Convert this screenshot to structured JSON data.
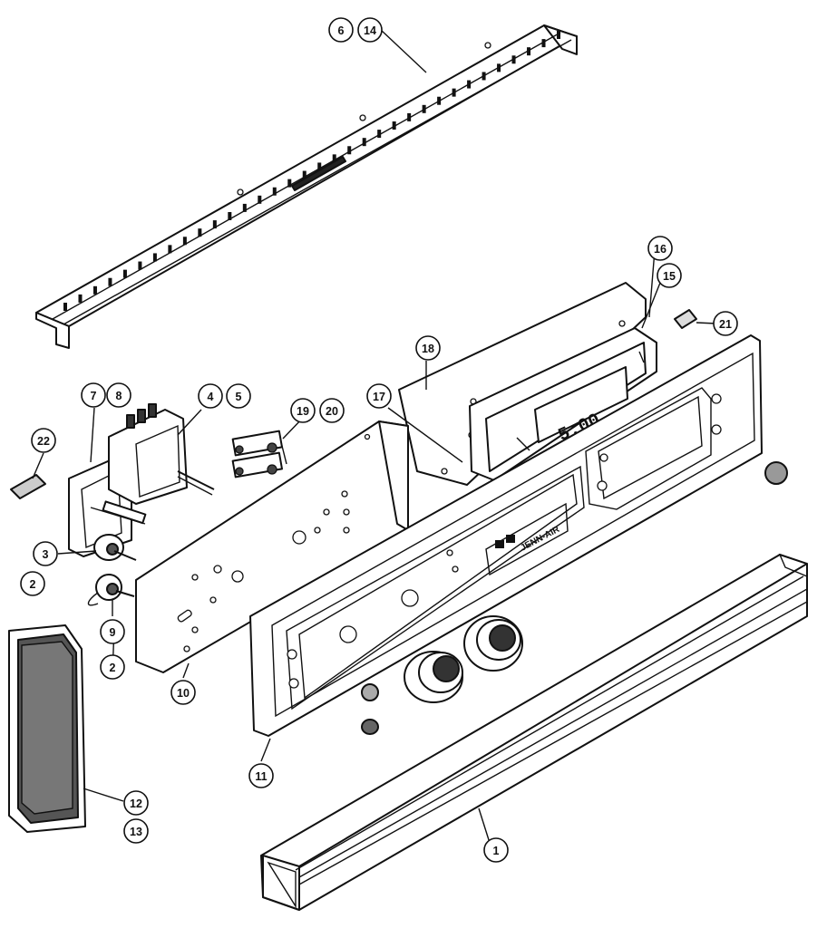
{
  "diagram": {
    "brand_label": "JENN-AIR",
    "display_readout": "5:00",
    "callouts": [
      "6",
      "14",
      "16",
      "15",
      "21",
      "18",
      "17",
      "7",
      "8",
      "4",
      "5",
      "19",
      "20",
      "22",
      "3",
      "2",
      "9",
      "2",
      "10",
      "11",
      "12",
      "13",
      "1"
    ]
  }
}
